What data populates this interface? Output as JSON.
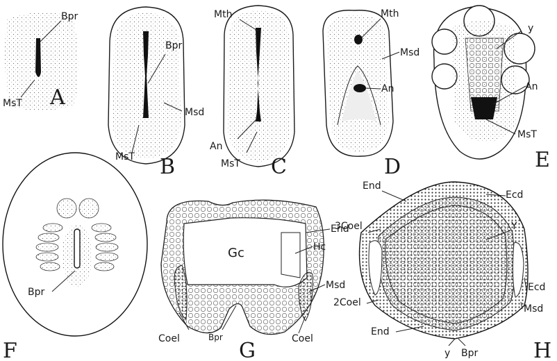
{
  "figures": {
    "A": {
      "letter": "A",
      "labels": {
        "bpr": "Bpr",
        "mst": "MsT"
      }
    },
    "B": {
      "letter": "B",
      "labels": {
        "bpr": "Bpr",
        "msd": "Msd",
        "mst": "MsT"
      }
    },
    "C": {
      "letter": "C",
      "labels": {
        "mth": "Mth",
        "an": "An",
        "mst": "MsT"
      }
    },
    "D": {
      "letter": "D",
      "labels": {
        "mth": "Mth",
        "msd": "Msd",
        "an": "An"
      }
    },
    "E": {
      "letter": "E",
      "labels": {
        "y": "y",
        "an": "An",
        "mst": "MsT"
      }
    },
    "F": {
      "letter": "F",
      "labels": {
        "bpr": "Bpr"
      }
    },
    "G": {
      "letter": "G",
      "labels": {
        "gc": "Gc",
        "end": "End",
        "hc": "Hc",
        "msd": "Msd",
        "coel_l": "Coel",
        "coel_r": "Coel",
        "bpr": "Bpr"
      }
    },
    "H": {
      "letter": "H",
      "labels": {
        "end_top": "End",
        "ecd_top": "Ecd",
        "coel3": "3Coel",
        "Y": "Y",
        "ecd_right": "Ecd",
        "coel2": "2Coel",
        "msd": "Msd",
        "end_bot": "End",
        "y": "y",
        "bpr": "Bpr"
      }
    }
  },
  "colors": {
    "ink": "#1a1a1a",
    "paper": "#ffffff"
  }
}
